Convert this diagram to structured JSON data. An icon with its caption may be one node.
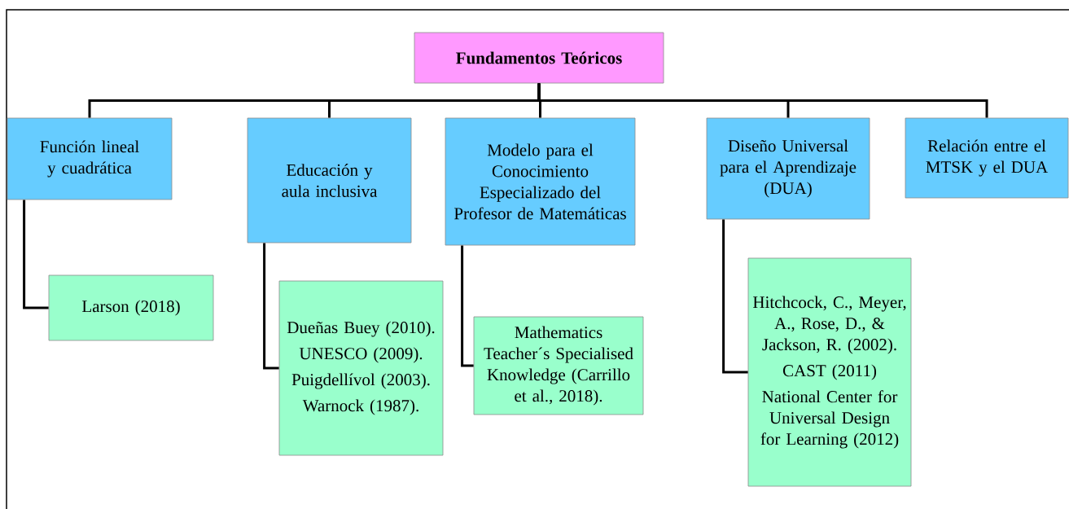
{
  "diagram": {
    "nodes": [
      {
        "text": [
          "Fundamentos Teóricos"
        ]
      },
      {
        "text": [
          "Función lineal y cuadrática"
        ]
      },
      {
        "text": [
          "Educación y aula inclusiva"
        ]
      },
      {
        "text": [
          "Modelo para el Conocimiento Especializado del Profesor de Matemáticas"
        ]
      },
      {
        "text": [
          "Diseño Universal para el Aprendizaje (DUA)"
        ]
      },
      {
        "text": [
          "Relación entre el MTSK y el DUA"
        ]
      },
      {
        "text": [
          "Larson (2018)"
        ]
      },
      {
        "text": [
          "Dueñas Buey (2010).",
          "UNESCO (2009).",
          "Puigdellívol (2003).",
          "Warnock (1987)."
        ]
      },
      {
        "text": [
          "Mathematics Teacher´s Specialised Knowledge (Carrillo et al., 2018)."
        ]
      },
      {
        "text": [
          "Hitchcock, C., Meyer, A., Rose, D., & Jackson, R. (2002).",
          "CAST (2011)",
          "National Center for Universal Design for Learning (2012)"
        ]
      }
    ],
    "edges": [
      {
        "from": 0,
        "to": 1,
        "arrow": "none"
      },
      {
        "from": 0,
        "to": 2,
        "arrow": "none"
      },
      {
        "from": 0,
        "to": 3,
        "arrow": "none"
      },
      {
        "from": 0,
        "to": 4,
        "arrow": "none"
      },
      {
        "from": 0,
        "to": 5,
        "arrow": "none"
      },
      {
        "from": 1,
        "to": 6,
        "arrow": "none"
      },
      {
        "from": 2,
        "to": 7,
        "arrow": "none"
      },
      {
        "from": 3,
        "to": 8,
        "arrow": "none"
      },
      {
        "from": 4,
        "to": 9,
        "arrow": "none"
      }
    ]
  }
}
